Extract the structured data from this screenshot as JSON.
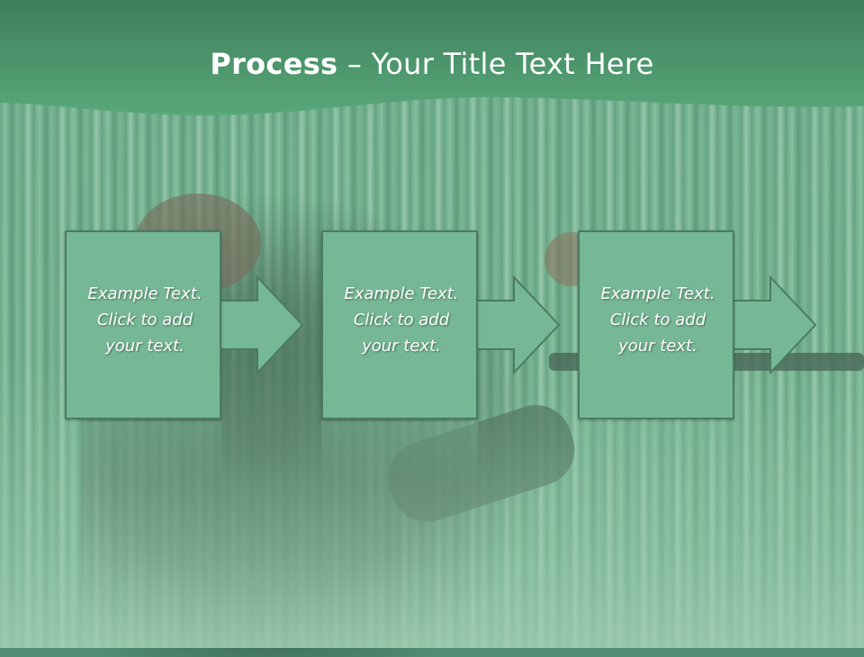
{
  "slide": {
    "title_bold": "Process",
    "title_rest": " – Your Title Text Here"
  },
  "steps": [
    {
      "line1": "Example Text.",
      "line2": "Click  to add",
      "line3": "your text."
    },
    {
      "line1": "Example Text.",
      "line2": "Click  to add",
      "line3": "your text."
    },
    {
      "line1": "Example Text.",
      "line2": "Click  to add",
      "line3": "your text."
    }
  ],
  "colors": {
    "header": "#4e9a6e",
    "box_fill": "#76b895",
    "box_border": "#4a7b62",
    "arrow_fill": "#76b895",
    "text": "#ffffff"
  },
  "icons": [
    "right-arrow-icon"
  ]
}
